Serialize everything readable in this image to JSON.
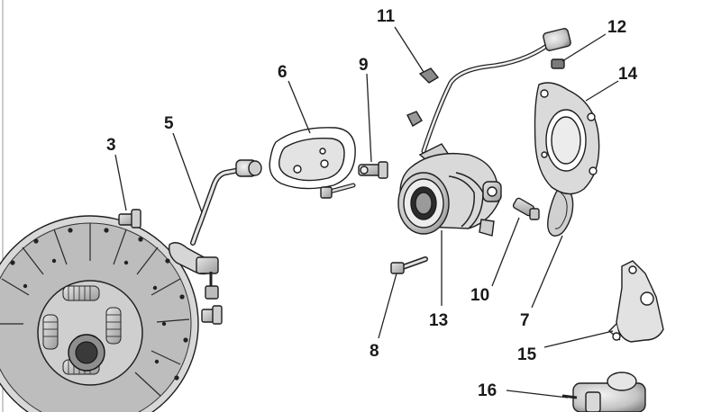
{
  "diagram": {
    "callouts": [
      {
        "id": "c3",
        "text": "3"
      },
      {
        "id": "c5",
        "text": "5"
      },
      {
        "id": "c6",
        "text": "6"
      },
      {
        "id": "c7",
        "text": "7"
      },
      {
        "id": "c8",
        "text": "8"
      },
      {
        "id": "c9",
        "text": "9"
      },
      {
        "id": "c10",
        "text": "10"
      },
      {
        "id": "c11",
        "text": "11"
      },
      {
        "id": "c12",
        "text": "12"
      },
      {
        "id": "c13",
        "text": "13"
      },
      {
        "id": "c14",
        "text": "14"
      },
      {
        "id": "c15",
        "text": "15"
      },
      {
        "id": "c16",
        "text": "16"
      }
    ]
  }
}
